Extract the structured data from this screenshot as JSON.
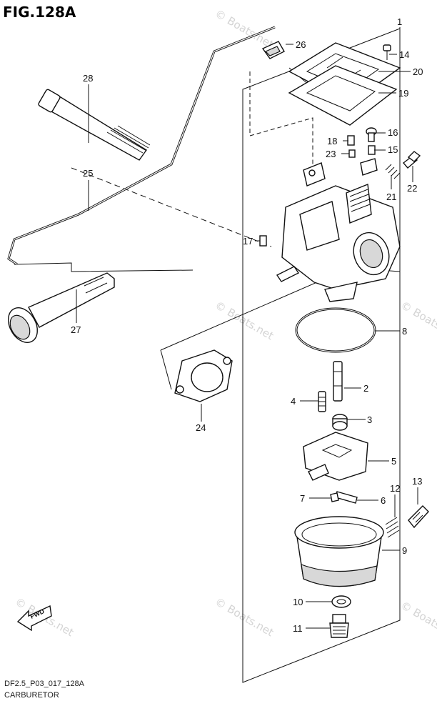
{
  "figure_title": "FIG.128A",
  "footer": {
    "code": "DF2.5_P03_017_128A",
    "name": "CARBURETOR"
  },
  "watermark": "© Boats.net",
  "fwd_label": "FWD",
  "labels": [
    "1",
    "2",
    "3",
    "4",
    "5",
    "6",
    "7",
    "8",
    "9",
    "10",
    "11",
    "12",
    "13",
    "14",
    "15",
    "16",
    "17",
    "18",
    "19",
    "20",
    "21",
    "22",
    "23",
    "24",
    "25",
    "26",
    "27",
    "28"
  ]
}
